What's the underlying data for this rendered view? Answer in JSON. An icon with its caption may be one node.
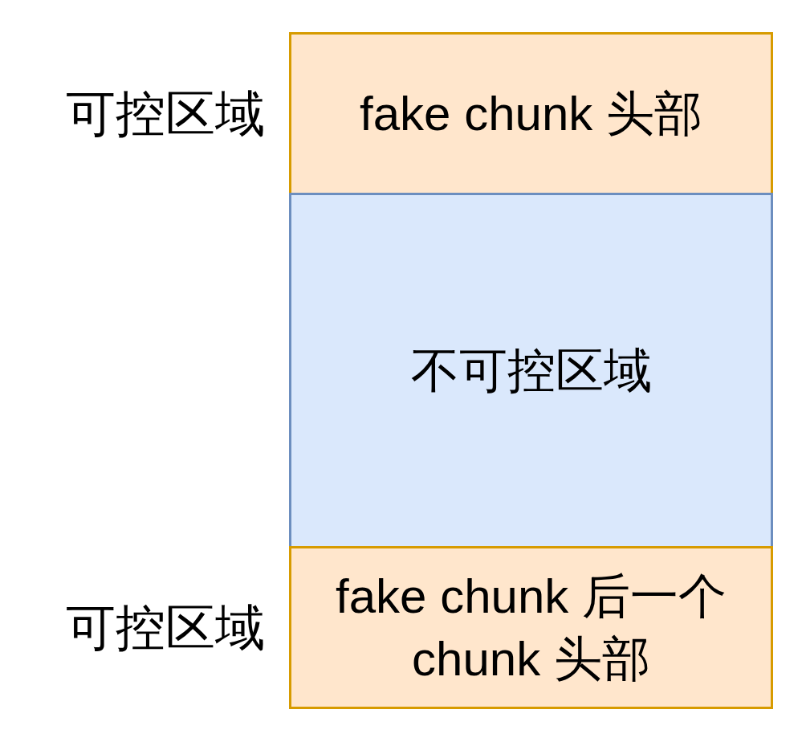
{
  "diagram": {
    "nodes": [
      {
        "text": [
          "fake chunk 头部"
        ],
        "beside": [
          "可控区域"
        ]
      },
      {
        "text": [
          "不可控区域"
        ]
      },
      {
        "text": [
          "fake chunk 后一个 chunk 头部"
        ],
        "beside": [
          "可控区域"
        ]
      }
    ]
  }
}
